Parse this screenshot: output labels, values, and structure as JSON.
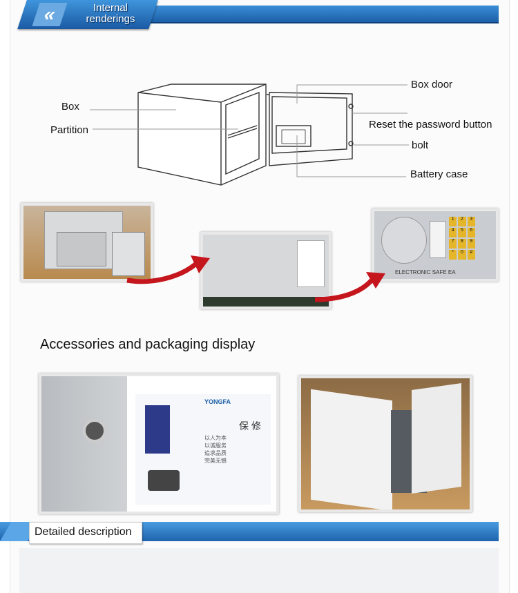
{
  "header": {
    "title_line1": "Internal",
    "title_line2": "renderings",
    "chevron_icon": "double-chevron-left-icon"
  },
  "diagram": {
    "labels": {
      "box": "Box",
      "partition": "Partition",
      "box_door": "Box door",
      "reset_button": "Reset the password button",
      "bolt": "bolt",
      "battery_case": "Battery case"
    }
  },
  "photos": {
    "open_safe_alt": "open-safe-photo",
    "safe_back_alt": "safe-back-photo",
    "keypad_alt": "keypad-closeup-photo",
    "keypad_text": "ELECTRONIC SAFE EA",
    "keys": [
      "1",
      "2",
      "3",
      "4",
      "5",
      "6",
      "7",
      "8",
      "9",
      "*",
      "0",
      "#"
    ]
  },
  "accessories": {
    "title": "Accessories and packaging display",
    "card_brand": "YONGFA",
    "card_heading": "保 修",
    "card_lines": [
      "以人为本",
      "以诚服务",
      "追求品质",
      "完美无憾"
    ]
  },
  "footer": {
    "section_label": "Detailed description"
  },
  "colors": {
    "banner_blue": "#1d5fa8",
    "banner_light": "#3b8ed6",
    "arrow_red": "#c4161c"
  }
}
